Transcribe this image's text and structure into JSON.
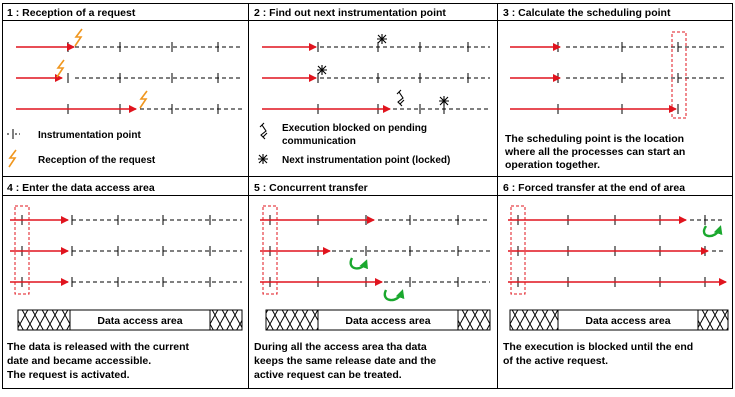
{
  "panels": [
    {
      "title": "1 : Reception of a request",
      "legend": [
        "Instrumentation point",
        "Reception of the request"
      ]
    },
    {
      "title": "2 : Find out next instrumentation point",
      "legend": [
        "Execution blocked on pending",
        "communication",
        "Next instrumentation point (locked)"
      ]
    },
    {
      "title": "3 : Calculate the scheduling point",
      "caption": [
        "The scheduling point is the location",
        "where all the processes can start an",
        "operation together."
      ]
    },
    {
      "title": "4 : Enter the data access area",
      "area_label": "Data access area",
      "caption": [
        "The data is released with the current",
        "date and became accessible.",
        "The request is activated."
      ]
    },
    {
      "title": "5 : Concurrent transfer",
      "area_label": "Data access area",
      "caption": [
        "During all the access area tha data",
        "keeps the same release date and the",
        "active request can be treated."
      ]
    },
    {
      "title": "6 : Forced transfer at the end of area",
      "area_label": "Data access area",
      "caption": [
        "The execution is blocked until the end",
        "of the active request."
      ]
    }
  ],
  "colors": {
    "arrow": "#e0141e",
    "spark": "#f0961e",
    "transfer": "#1aa82e",
    "frame": "#000000"
  }
}
